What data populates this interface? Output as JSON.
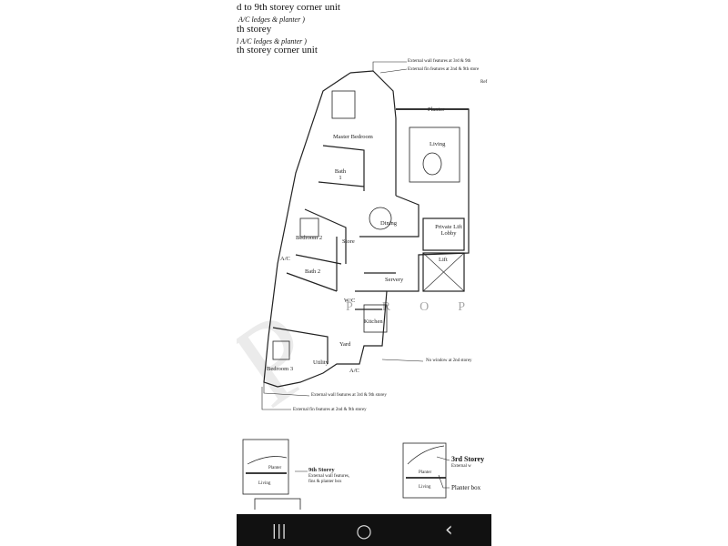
{
  "header_lines": [
    {
      "text": "d to 9th storey corner unit",
      "italic": false
    },
    {
      "text": "A/C ledges & planter )",
      "italic": true
    },
    {
      "text": "th storey",
      "italic": false
    },
    {
      "text": "l A/C ledges & planter )",
      "italic": true
    },
    {
      "text": "th storey corner unit",
      "italic": false
    }
  ],
  "rooms": {
    "master_bedroom": "Master Bedroom",
    "bath1": "Bath 1",
    "living": "Living",
    "planter": "Planter",
    "dining": "Dining",
    "private_lift_lobby": "Private Lift Lobby",
    "lift": "Lift",
    "bedroom2": "Bedroom 2",
    "store": "Store",
    "ac1": "A/C",
    "bath2": "Bath 2",
    "servery": "Servery",
    "wc": "W/C",
    "kitchen": "Kitchen",
    "yard": "Yard",
    "utility": "Utility",
    "ac2": "A/C",
    "bedroom3": "Bedroom 3"
  },
  "notes": {
    "ext_wall_top": "External wall features at 3rd & 9th",
    "ext_fin_top": "External fin features at 2nd & 9th store",
    "ref_top": "Ref",
    "no_window": "No window at 2nd storey",
    "ext_wall_bottom": "External wall features at 3rd & 9th storey",
    "ext_fin_bottom": "External fin features at 2nd & 9th storey"
  },
  "watermark": "PROPERTYEO",
  "details": {
    "left": {
      "planter": "Planter",
      "living": "Living",
      "title": "9th Storey",
      "desc1": "External wall features,",
      "desc2": "fins & planter box"
    },
    "right": {
      "planter": "Planter",
      "living": "Living",
      "title": "3rd Storey",
      "desc": "External w",
      "planter_box": "Planter box"
    }
  },
  "navbar": {
    "recents": "|||",
    "home": "○",
    "back": "‹"
  }
}
